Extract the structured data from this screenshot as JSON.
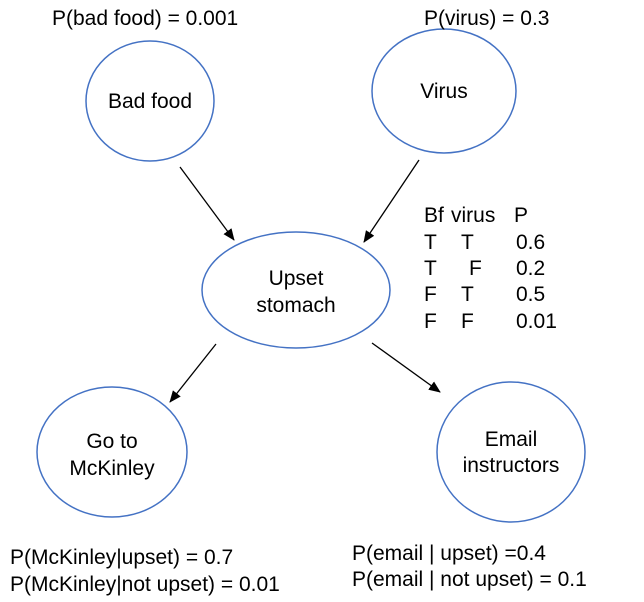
{
  "colors": {
    "node_stroke": "#4472c4",
    "arrow": "#000000",
    "text": "#000000",
    "background": "#ffffff"
  },
  "nodes": {
    "bad_food": {
      "lines": [
        "Bad food"
      ]
    },
    "virus": {
      "lines": [
        "Virus"
      ]
    },
    "upset": {
      "lines": [
        "Upset",
        "stomach"
      ]
    },
    "mckinley": {
      "lines": [
        "Go to",
        "McKinley"
      ]
    },
    "email": {
      "lines": [
        "Email",
        "instructors"
      ]
    }
  },
  "probabilities": {
    "bad_food": "P(bad food) = 0.001",
    "virus": "P(virus) = 0.3",
    "mckinley": [
      "P(McKinley|upset) = 0.7",
      "P(McKinley|not upset) = 0.01"
    ],
    "email": [
      "P(email | upset) =0.4",
      "P(email | not upset) = 0.1"
    ]
  },
  "cpt": {
    "headers": [
      "Bf",
      "virus",
      "P"
    ],
    "rows": [
      [
        "T",
        "T",
        "0.6"
      ],
      [
        "T",
        "F",
        "0.2"
      ],
      [
        "F",
        "T",
        "0.5"
      ],
      [
        "F",
        "F",
        "0.01"
      ]
    ]
  }
}
